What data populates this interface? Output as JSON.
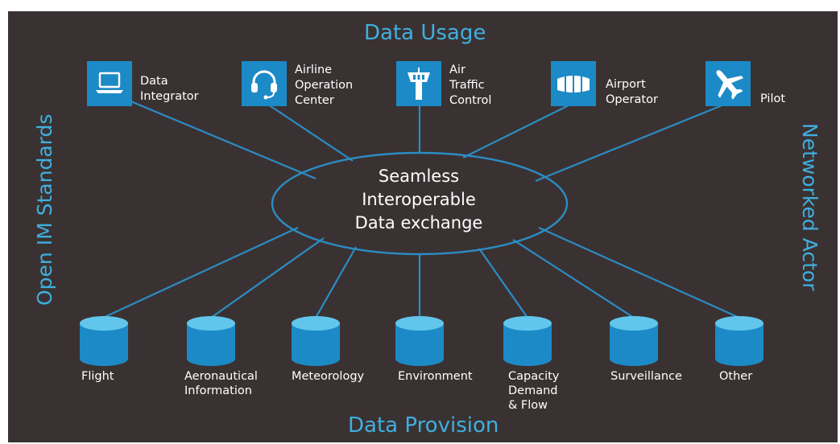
{
  "titles": {
    "top": "Data Usage",
    "bottom": "Data Provision",
    "left": "Open IM Standards",
    "right": "Networked Actor"
  },
  "hub": {
    "lines": [
      "Seamless",
      "Interoperable",
      "Data exchange"
    ]
  },
  "usage": [
    {
      "icon": "laptop-icon",
      "lines": [
        "Data",
        "Integrator"
      ]
    },
    {
      "icon": "headset-icon",
      "lines": [
        "Airline",
        "Operation",
        "Center"
      ]
    },
    {
      "icon": "control-tower-icon",
      "lines": [
        "Air",
        "Traffic",
        "Control"
      ]
    },
    {
      "icon": "airport-terminal-icon",
      "lines": [
        "Airport",
        "Operator"
      ]
    },
    {
      "icon": "airplane-icon",
      "lines": [
        "Pilot"
      ]
    }
  ],
  "provision": [
    {
      "icon": "database-icon",
      "lines": [
        "Flight"
      ]
    },
    {
      "icon": "database-icon",
      "lines": [
        "Aeronautical",
        "Information"
      ]
    },
    {
      "icon": "database-icon",
      "lines": [
        "Meteorology"
      ]
    },
    {
      "icon": "database-icon",
      "lines": [
        "Environment"
      ]
    },
    {
      "icon": "database-icon",
      "lines": [
        "Capacity",
        "Demand",
        "& Flow"
      ]
    },
    {
      "icon": "database-icon",
      "lines": [
        "Surveillance"
      ]
    },
    {
      "icon": "database-icon",
      "lines": [
        "Other"
      ]
    }
  ],
  "colors": {
    "background": "#3a3232",
    "accent": "#1c8ac6",
    "line": "#2b8cc4",
    "title": "#3fb0e0",
    "text": "#ffffff"
  }
}
